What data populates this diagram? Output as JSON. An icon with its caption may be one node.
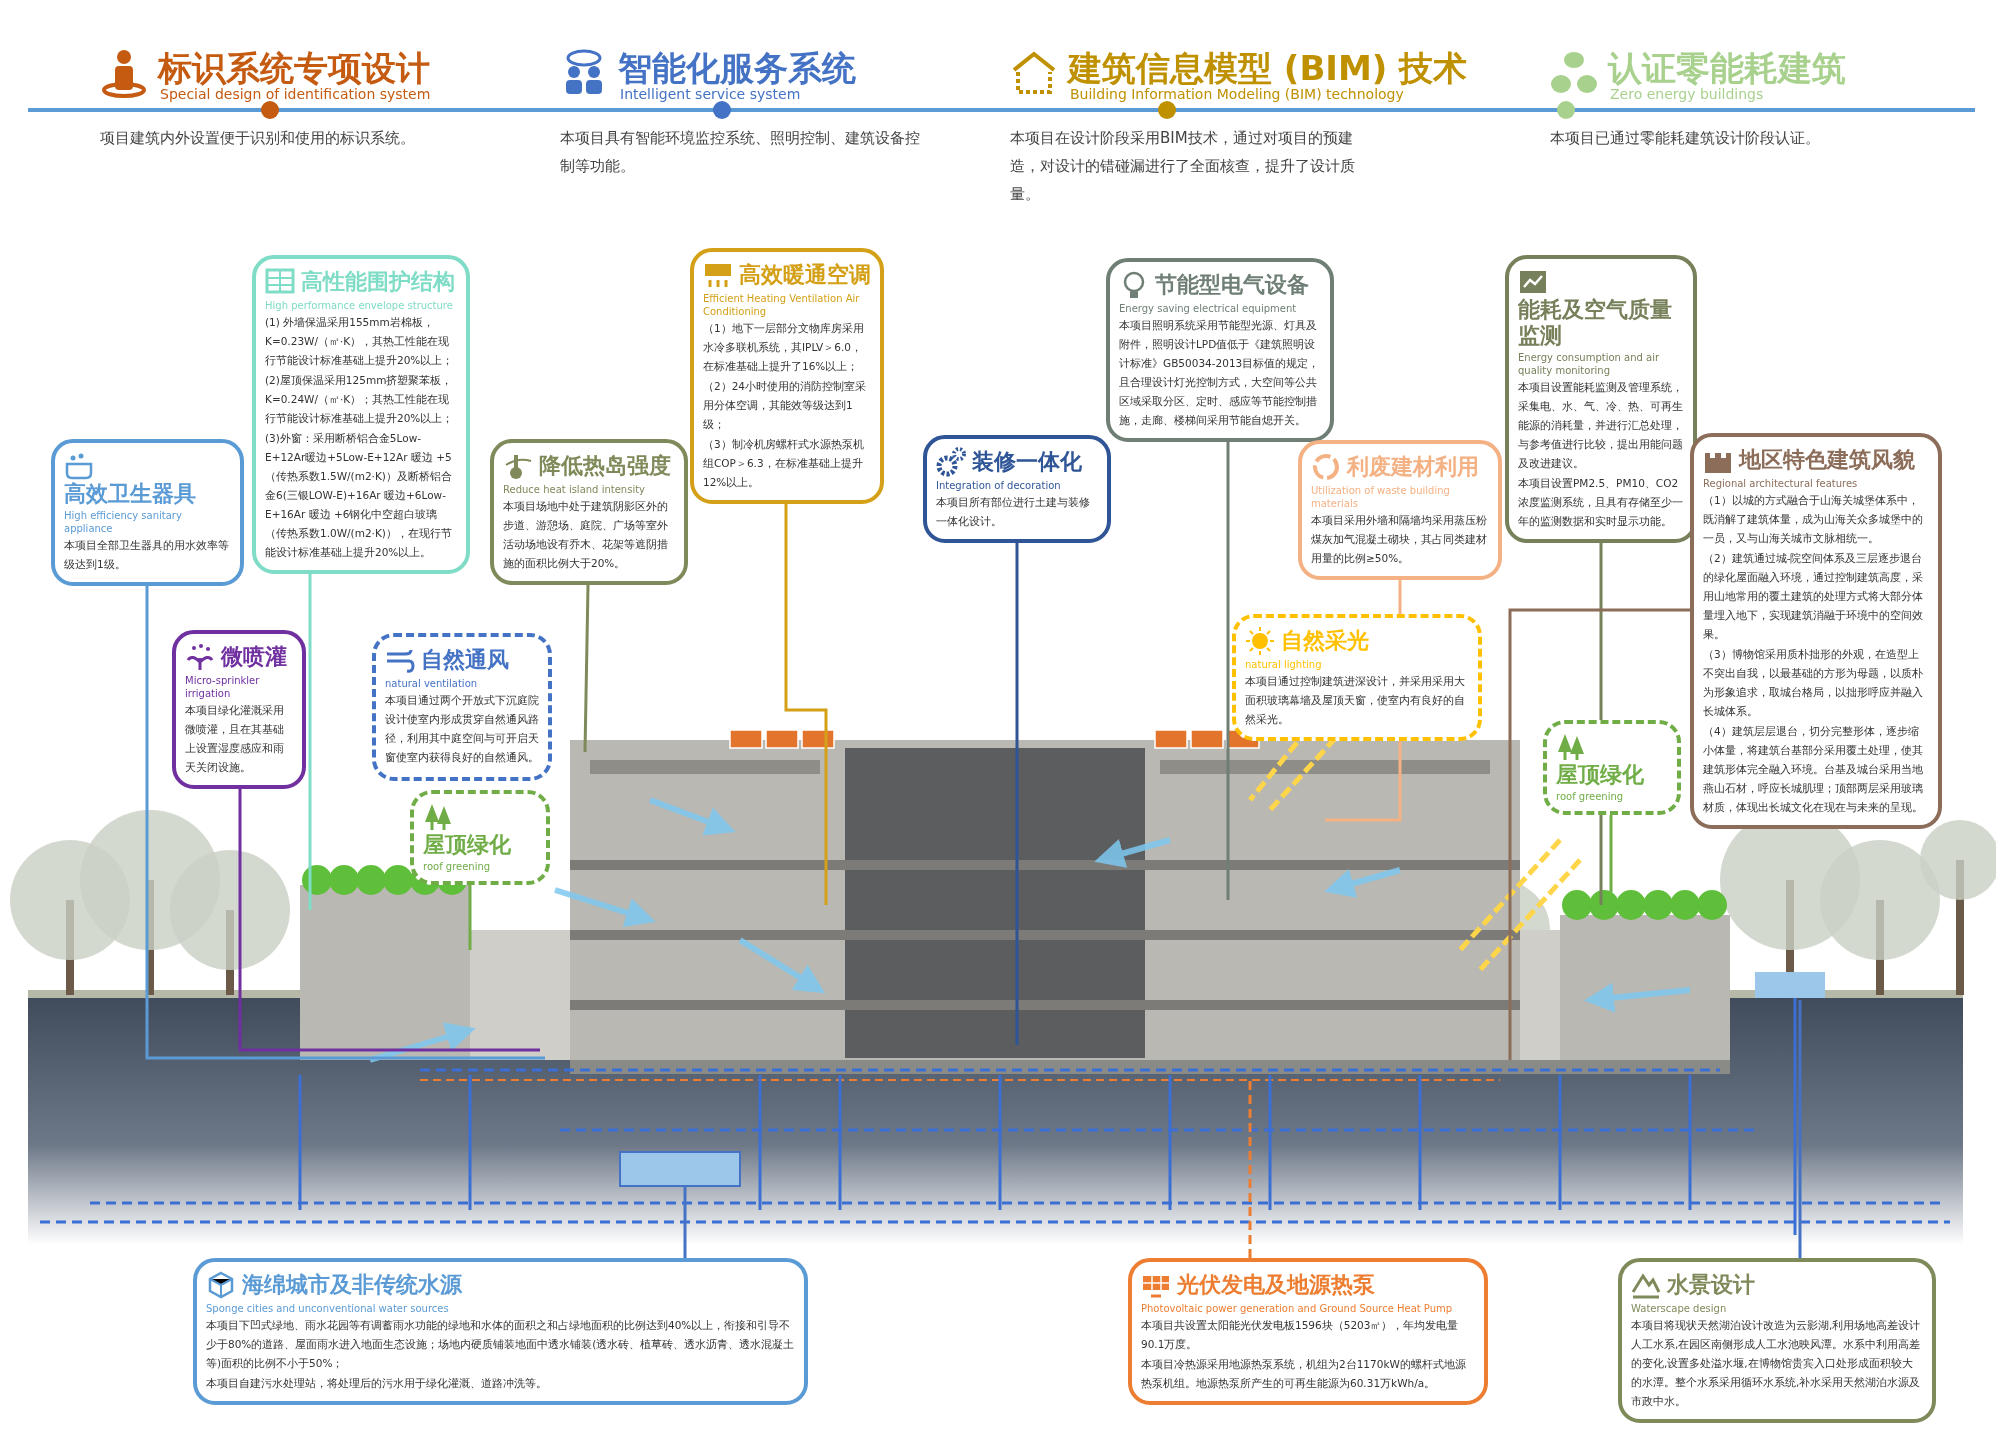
{
  "diagram": {
    "nodes": [
      {
        "text": [
          "高性能围护结构",
          "High performance envelope structure",
          "(1) 外墙保温采用155mm岩棉板，K=0.23W/（㎡·K），其热工性能在现行节能设计标准基础上提升20%以上；",
          "(2)屋顶保温采用125mm挤塑聚苯板，K=0.24W/（㎡·K）；其热工性能在现行节能设计标准基础上提升20%以上；",
          "(3)外窗：采用断桥铝合金5Low-E+12Ar暖边+5Low-E+12Ar 暖边 +5（传热系数1.5W/(m2·K)）及断桥铝合金6(三银LOW-E)+16Ar 暖边+6Low-E+16Ar 暖边 +6钢化中空超白玻璃（传热系数1.0W/(m2·K)），在现行节能设计标准基础上提升20%以上。"
        ]
      },
      {
        "text": [
          "高效暖通空调",
          "Efficient Heating Ventilation Air Conditioning",
          "（1）地下一层部分文物库房采用水冷多联机系统，其IPLV＞6.0，在标准基础上提升了16%以上；",
          "（2）24小时使用的消防控制室采用分体空调，其能效等级达到1级；",
          "（3）制冷机房螺杆式水源热泵机组COP＞6.3，在标准基础上提升12%以上。"
        ]
      },
      {
        "text": [
          "节能型电气设备",
          "Energy saving electrical equipment",
          "本项目照明系统采用节能型光源、灯具及附件，照明设计LPD值低于《建筑照明设计标准》GB50034-2013目标值的规定，且合理设计灯光控制方式，大空间等公共区域采取分区、定时、感应等节能控制措施，走廊、楼梯间采用节能自熄开关。"
        ]
      },
      {
        "text": [
          "能耗及空气质量监测",
          "Energy consumption and air quality monitoring",
          "本项目设置能耗监测及管理系统，采集电、水、气、冷、热、可再生能源的消耗量，并进行汇总处理，与参考值进行比较，提出用能问题及改进建议。",
          "本项目设置PM2.5、PM10、CO2浓度监测系统，且具有存储至少一年的监测数据和实时显示功能。"
        ]
      },
      {
        "text": [
          "高效卫生器具",
          "High efficiency sanitary appliance",
          "本项目全部卫生器具的用水效率等级达到1级。"
        ]
      },
      {
        "text": [
          "降低热岛强度",
          "Reduce heat island intensity",
          "本项目场地中处于建筑阴影区外的步道、游憩场、庭院、广场等室外活动场地设有乔木、花架等遮阴措施的面积比例大于20%。"
        ]
      },
      {
        "text": [
          "装修一体化",
          "Integration of decoration",
          "本项目所有部位进行土建与装修一体化设计。"
        ]
      },
      {
        "text": [
          "利废建材利用",
          "Utilization of waste building materials",
          "本项目采用外墙和隔墙均采用蒸压粉煤灰加气混凝土砌块，其占同类建材用量的比例≥50%。"
        ]
      },
      {
        "text": [
          "地区特色建筑风貌",
          "Regional architectural features",
          "（1）以城的方式融合于山海关城堡体系中，既消解了建筑体量，成为山海关众多城堡中的一员，又与山海关城市文脉相统一。",
          "（2）建筑通过城-院空间体系及三层逐步退台的绿化屋面融入环境，通过控制建筑高度，采用山地常用的覆土建筑的处理方式将大部分体量埋入地下，实现建筑消融于环境中的空间效果。",
          "（3）博物馆采用质朴拙形的外观，在造型上不突出自我，以最基础的方形为母题，以质朴为形象追求，取城台格局，以拙形呼应并融入长城体系。",
          "（4）建筑层层退台，切分完整形体，逐步缩小体量，将建筑台基部分采用覆土处理，使其建筑形体完全融入环境。台基及城台采用当地燕山石材，呼应长城肌理；顶部两层采用玻璃材质，体现出长城文化在现在与未来的呈现。"
        ]
      },
      {
        "text": [
          "自然采光",
          "natural lighting",
          "本项目通过控制建筑进深设计，并采用采用大面积玻璃幕墙及屋顶天窗，使室内有良好的自然采光。"
        ]
      },
      {
        "text": [
          "微喷灌",
          "Micro-sprinkler irrigation",
          "本项目绿化灌溉采用微喷灌，且在其基础上设置湿度感应和雨天关闭设施。"
        ]
      },
      {
        "text": [
          "自然通风",
          "natural ventilation",
          "本项目通过两个开放式下沉庭院设计使室内形成贯穿自然通风路径，利用其中庭空间与可开启天窗使室内获得良好的自然通风。"
        ]
      },
      {
        "text": [
          "屋顶绿化",
          "roof greening"
        ]
      },
      {
        "text": [
          "屋顶绿化",
          "roof greening"
        ]
      },
      {
        "text": [
          "海绵城市及非传统水源",
          "Sponge cities and unconventional water sources",
          "本项目下凹式绿地、雨水花园等有调蓄雨水功能的绿地和水体的面积之和占绿地面积的比例达到40%以上，衔接和引导不少于80%的道路、屋面雨水进入地面生态设施；场地内硬质铺装地面中透水铺装(透水砖、植草砖、透水沥青、透水混凝土等)面积的比例不小于50%；",
          "本项目自建污水处理站，将处理后的污水用于绿化灌溉、道路冲洗等。"
        ]
      },
      {
        "text": [
          "光伏发电及地源热泵",
          "Photovoltaic power generation and Ground Source Heat Pump",
          "本项目共设置太阳能光伏发电板1596块（5203㎡），年均发电量90.1万度。",
          "本项目冷热源采用地源热泵系统，机组为2台1170kW的螺杆式地源热泵机组。地源热泵所产生的可再生能源为60.31万kWh/a。"
        ]
      },
      {
        "text": [
          "水景设计",
          "Waterscape design",
          "本项目将现状天然湖泊设计改造为云影湖,利用场地高差设计人工水系,在园区南侧形成人工水池映风潭。水系中利用高差的变化,设置多处溢水堰,在博物馆贵宾入口处形成面积较大的水潭。整个水系采用循环水系统,补水采用天然湖泊水源及市政中水。"
        ]
      }
    ],
    "edges": [
      {
        "from": 4,
        "to": null,
        "arrow": "none",
        "color": "#5b9bd5"
      },
      {
        "from": 0,
        "to": null,
        "arrow": "none",
        "color": "#7fdcc6"
      },
      {
        "from": 5,
        "to": null,
        "arrow": "none",
        "color": "#7f8a5a"
      },
      {
        "from": 1,
        "to": null,
        "arrow": "none",
        "color": "#d4a017"
      },
      {
        "from": 10,
        "to": null,
        "arrow": "none",
        "color": "#7030a0"
      },
      {
        "from": 13,
        "to": null,
        "arrow": "none",
        "color": "#70ad47"
      },
      {
        "from": 6,
        "to": null,
        "arrow": "none",
        "color": "#2f5597"
      },
      {
        "from": 2,
        "to": null,
        "arrow": "none",
        "color": "#6f7f75"
      },
      {
        "from": 7,
        "to": null,
        "arrow": "none",
        "color": "#f4b183"
      },
      {
        "from": 3,
        "to": null,
        "arrow": "none",
        "color": "#76805a"
      },
      {
        "from": 8,
        "to": null,
        "arrow": "none",
        "color": "#8c6d5a"
      },
      {
        "from": 12,
        "to": null,
        "arrow": "none",
        "color": "#70ad47"
      },
      {
        "from": 14,
        "to": null,
        "arrow": "none",
        "color": "#4472c4"
      },
      {
        "from": 15,
        "to": null,
        "arrow": "none",
        "style": "dashed",
        "color": "#ed7d31"
      },
      {
        "from": 16,
        "to": null,
        "arrow": "none",
        "color": "#4472c4"
      }
    ],
    "labels": [
      "标识系统专项设计",
      "Special design of identification system",
      "项目建筑内外设置便于识别和使用的标识系统。",
      "智能化服务系统",
      "Intelligent service system",
      "本项目具有智能环境监控系统、照明控制、建筑设备控制等功能。",
      "建筑信息模型 (BIM) 技术",
      "Building Information Modeling (BIM) technology",
      "本项目在设计阶段采用BIM技术，通过对项目的预建造，对设计的错碰漏进行了全面核查，提升了设计质量。",
      "认证零能耗建筑",
      "Zero energy buildings",
      "本项目已通过零能耗建筑设计阶段认证。"
    ]
  }
}
